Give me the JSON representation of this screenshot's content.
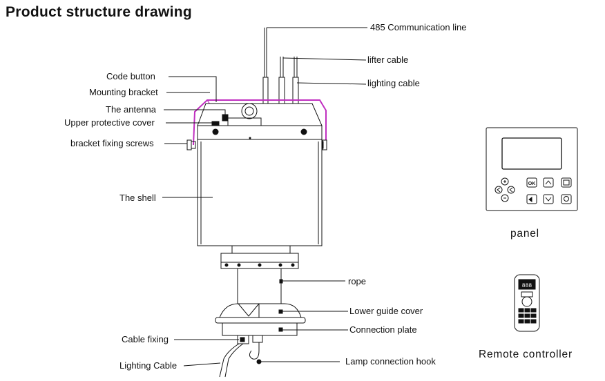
{
  "title": "Product structure drawing",
  "labels": {
    "comm_line": "485  Communication line",
    "lifter_cable": "lifter cable",
    "lighting_cable_top": "lighting cable",
    "code_button": "Code button",
    "mounting_bracket": "Mounting bracket",
    "antenna": "The antenna",
    "upper_cover": "Upper protective cover",
    "bracket_screws": "bracket fixing screws",
    "shell": "The shell",
    "rope": "rope",
    "lower_guide_cover": "Lower guide cover",
    "connection_plate": "Connection plate",
    "cable_fixing": "Cable fixing",
    "lighting_cable_bottom": "Lighting Cable",
    "lamp_hook": "Lamp connection hook"
  },
  "panel": {
    "caption": "panel",
    "buttons": [
      "OK"
    ]
  },
  "remote": {
    "caption": "Remote controller",
    "display": "888"
  },
  "colors": {
    "line": "#111111",
    "bracket": "#c02fc0"
  }
}
